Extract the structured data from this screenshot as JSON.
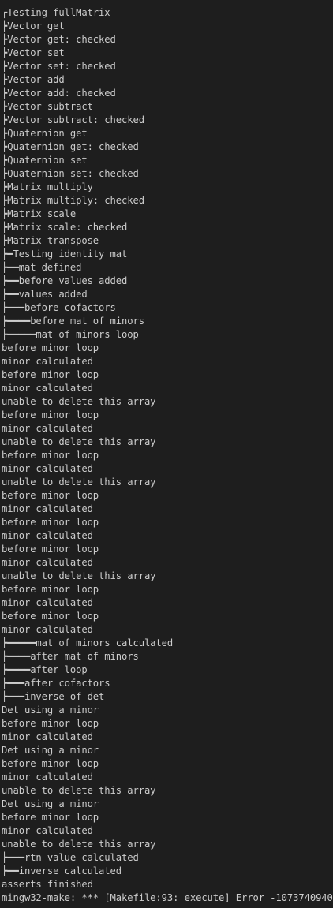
{
  "terminal": {
    "background": "#1e1e1e",
    "foreground": "#cccccc",
    "lines": [
      "┍Testing fullMatrix",
      "┝Vector get",
      "┝Vector get: checked",
      "┝Vector set",
      "┝Vector set: checked",
      "┝Vector add",
      "┝Vector add: checked",
      "┝Vector subtract",
      "┝Vector subtract: checked",
      "┝Quaternion get",
      "┝Quaternion get: checked",
      "┝Quaternion set",
      "┝Quaternion set: checked",
      "┝Matrix multiply",
      "┝Matrix multiply: checked",
      "┝Matrix scale",
      "┝Matrix scale: checked",
      "┝Matrix transpose",
      "┝━Testing identity mat",
      "┝━━mat defined",
      "┝━━before values added",
      "┝━━values added",
      "┝━━━before cofactors",
      "┝━━━━before mat of minors",
      "┝━━━━━mat of minors loop",
      "before minor loop",
      "minor calculated",
      "before minor loop",
      "minor calculated",
      "unable to delete this array",
      "before minor loop",
      "minor calculated",
      "unable to delete this array",
      "before minor loop",
      "minor calculated",
      "unable to delete this array",
      "before minor loop",
      "minor calculated",
      "before minor loop",
      "minor calculated",
      "before minor loop",
      "minor calculated",
      "unable to delete this array",
      "before minor loop",
      "minor calculated",
      "before minor loop",
      "minor calculated",
      "┝━━━━━mat of minors calculated",
      "┝━━━━after mat of minors",
      "┝━━━━after loop",
      "┝━━━after cofactors",
      "┝━━━inverse of det",
      "Det using a minor",
      "before minor loop",
      "minor calculated",
      "Det using a minor",
      "before minor loop",
      "minor calculated",
      "unable to delete this array",
      "Det using a minor",
      "before minor loop",
      "minor calculated",
      "unable to delete this array",
      "┝━━━rtn value calculated",
      "┝━━inverse calculated",
      "asserts finished",
      "mingw32-make: *** [Makefile:93: execute] Error -1073740940"
    ]
  }
}
